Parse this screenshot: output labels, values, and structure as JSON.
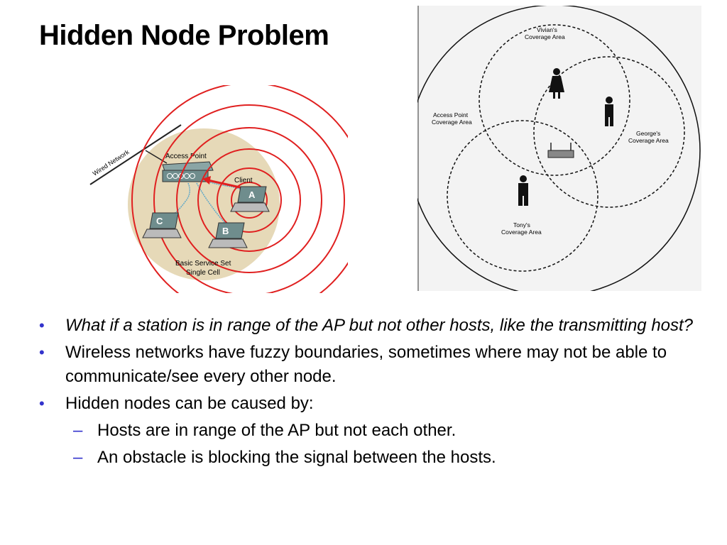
{
  "slide": {
    "title": "Hidden Node Problem"
  },
  "left_diagram": {
    "wired_network": "Wired Network",
    "access_point": "Access Point",
    "client": "Client",
    "node_a": "A",
    "node_b": "B",
    "node_c": "C",
    "bss_line1": "Basic Service Set",
    "bss_line2": "Single Cell"
  },
  "right_diagram": {
    "vivian_line1": "Vivian's",
    "vivian_line2": "Coverage Area",
    "ap_line1": "Access Point",
    "ap_line2": "Coverage Area",
    "george_line1": "George's",
    "george_line2": "Coverage Area",
    "tony_line1": "Tony's",
    "tony_line2": "Coverage Area"
  },
  "bullets": [
    {
      "text": "What if a station is in range of the AP but not other hosts, like the transmitting host?",
      "italic": true
    },
    {
      "text": "Wireless networks have fuzzy boundaries, sometimes where may not be able to communicate/see every  other node."
    },
    {
      "text": "Hidden nodes can be caused by:"
    }
  ],
  "sub_bullets": [
    {
      "text": "Hosts are in range of the AP but not each other."
    },
    {
      "text": "An obstacle is blocking the signal between the hosts."
    }
  ],
  "colors": {
    "bullet": "#3333cc",
    "rings": "#e02020",
    "cell": "#e6d9b8"
  }
}
